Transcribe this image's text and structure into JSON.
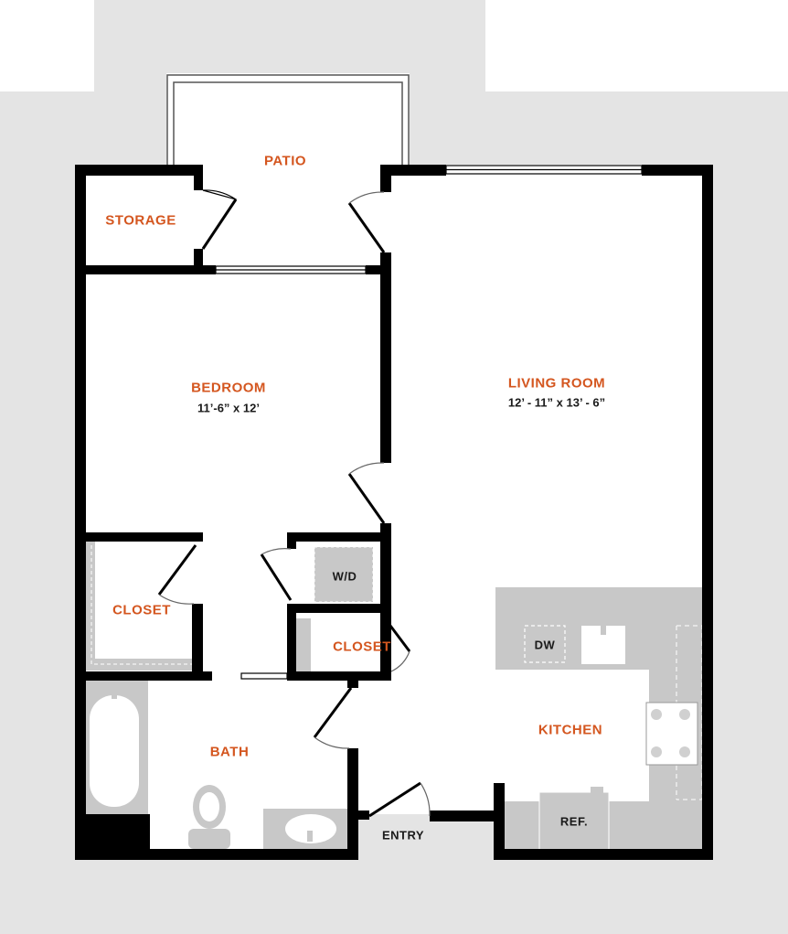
{
  "rooms": {
    "patio": "PATIO",
    "storage": "STORAGE",
    "bedroom": "BEDROOM",
    "bedroom_dims": "11’-6” x 12’",
    "living_room": "LIVING ROOM",
    "living_room_dims": "12’ - 11” x 13’ - 6”",
    "closet_bedroom": "CLOSET",
    "closet_hall": "CLOSET",
    "bath": "BATH",
    "kitchen": "KITCHEN",
    "entry": "ENTRY"
  },
  "fixtures": {
    "washer_dryer": "W/D",
    "dishwasher": "DW",
    "refrigerator": "REF."
  },
  "colors": {
    "wall": "#000000",
    "room_label": "#d4561f",
    "surround": "#e4e4e4",
    "fixture": "#c8c8c8"
  }
}
